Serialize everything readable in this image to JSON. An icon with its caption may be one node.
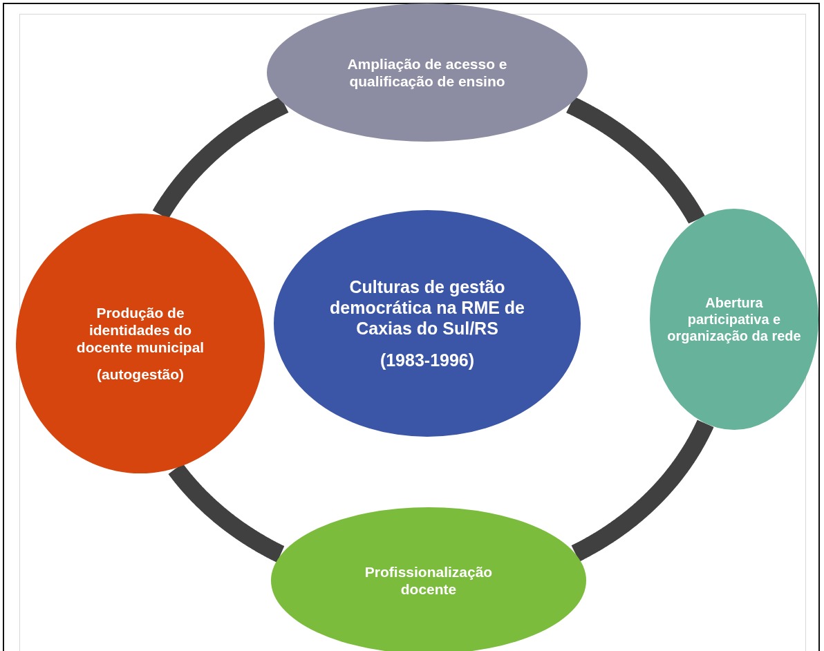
{
  "diagram": {
    "nodes": [
      {
        "text": [
          "Ampliação de acesso e qualificação de ensino"
        ]
      },
      {
        "text": [
          "Produção de identidades do docente municipal",
          "(autogestão)"
        ]
      },
      {
        "text": [
          "Culturas de gestão democrática na RME de Caxias do Sul/RS",
          "(1983-1996)"
        ]
      },
      {
        "text": [
          "Abertura participativa e organização da rede"
        ]
      },
      {
        "text": [
          "Profissionalização docente"
        ]
      }
    ],
    "edges": [
      {
        "from": 0,
        "to": 3,
        "arrow": "none"
      },
      {
        "from": 3,
        "to": 4,
        "arrow": "none"
      },
      {
        "from": 4,
        "to": 1,
        "arrow": "none"
      },
      {
        "from": 1,
        "to": 0,
        "arrow": "none"
      }
    ]
  }
}
